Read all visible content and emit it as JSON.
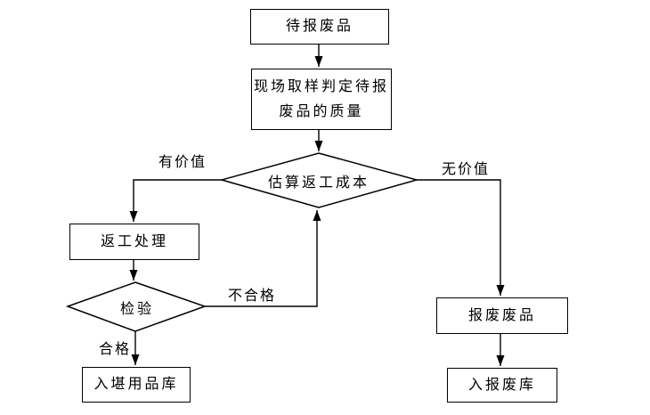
{
  "page": {
    "background_color": "#ffffff",
    "line_color": "#000000",
    "text_color": "#000000"
  },
  "flowchart": {
    "nodes": {
      "pending": {
        "label": "待报废品"
      },
      "sampling": {
        "line1": "现场取样判定待报",
        "line2": "废品的质量"
      },
      "estimate": {
        "label": "估算返工成本"
      },
      "rework": {
        "label": "返工处理"
      },
      "inspect": {
        "label": "检验"
      },
      "usable_store": {
        "label": "入堪用品库"
      },
      "scrap_item": {
        "label": "报废废品"
      },
      "scrap_store": {
        "label": "入报废库"
      }
    },
    "edge_labels": {
      "has_value": "有价值",
      "no_value": "无价值",
      "unqualified": "不合格",
      "qualified": "合格"
    }
  }
}
